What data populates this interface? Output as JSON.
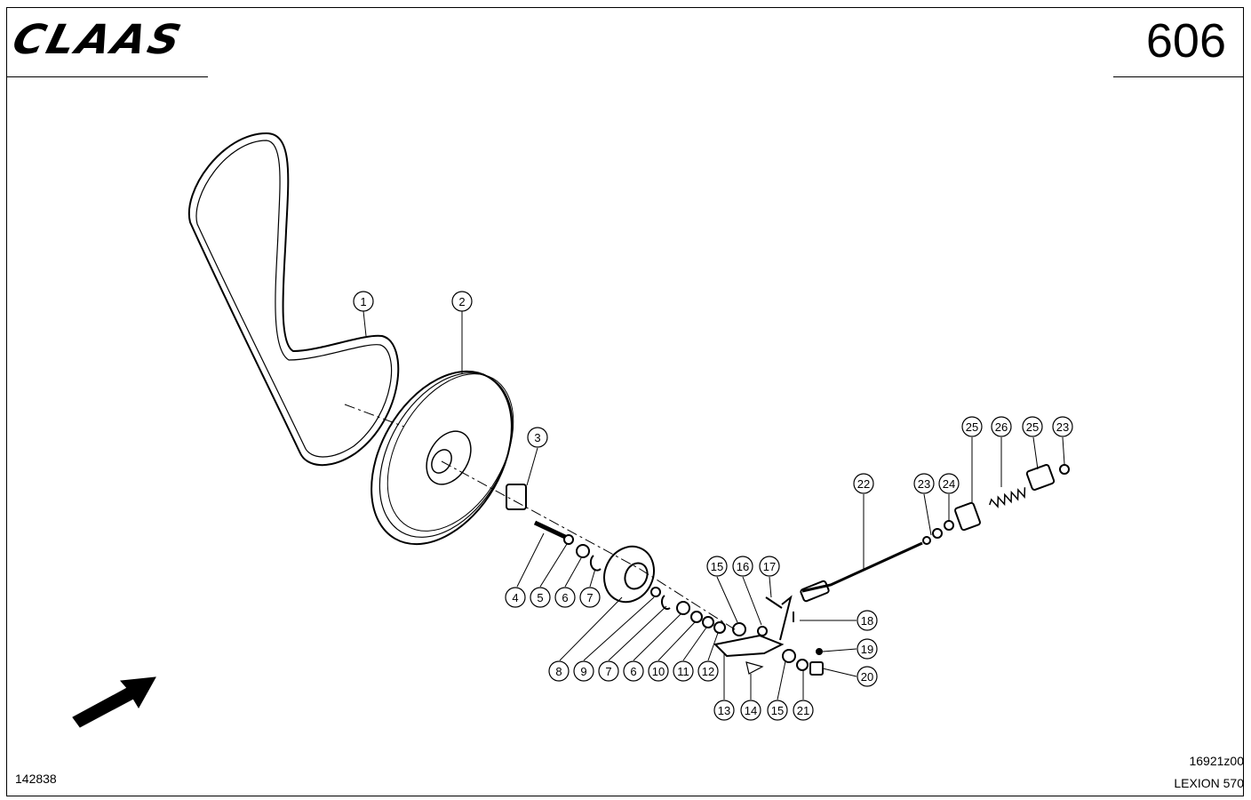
{
  "header": {
    "brand": "CLAAS",
    "page_number": "606"
  },
  "footer": {
    "left_code": "142838",
    "drawing_code": "16921z00",
    "model": "LEXION 570"
  },
  "callouts": [
    "1",
    "2",
    "3",
    "4",
    "5",
    "6",
    "7",
    "8",
    "9",
    "7",
    "6",
    "10",
    "11",
    "12",
    "13",
    "14",
    "15",
    "15",
    "16",
    "17",
    "18",
    "19",
    "20",
    "21",
    "22",
    "23",
    "24",
    "25",
    "26",
    "25",
    "23"
  ]
}
